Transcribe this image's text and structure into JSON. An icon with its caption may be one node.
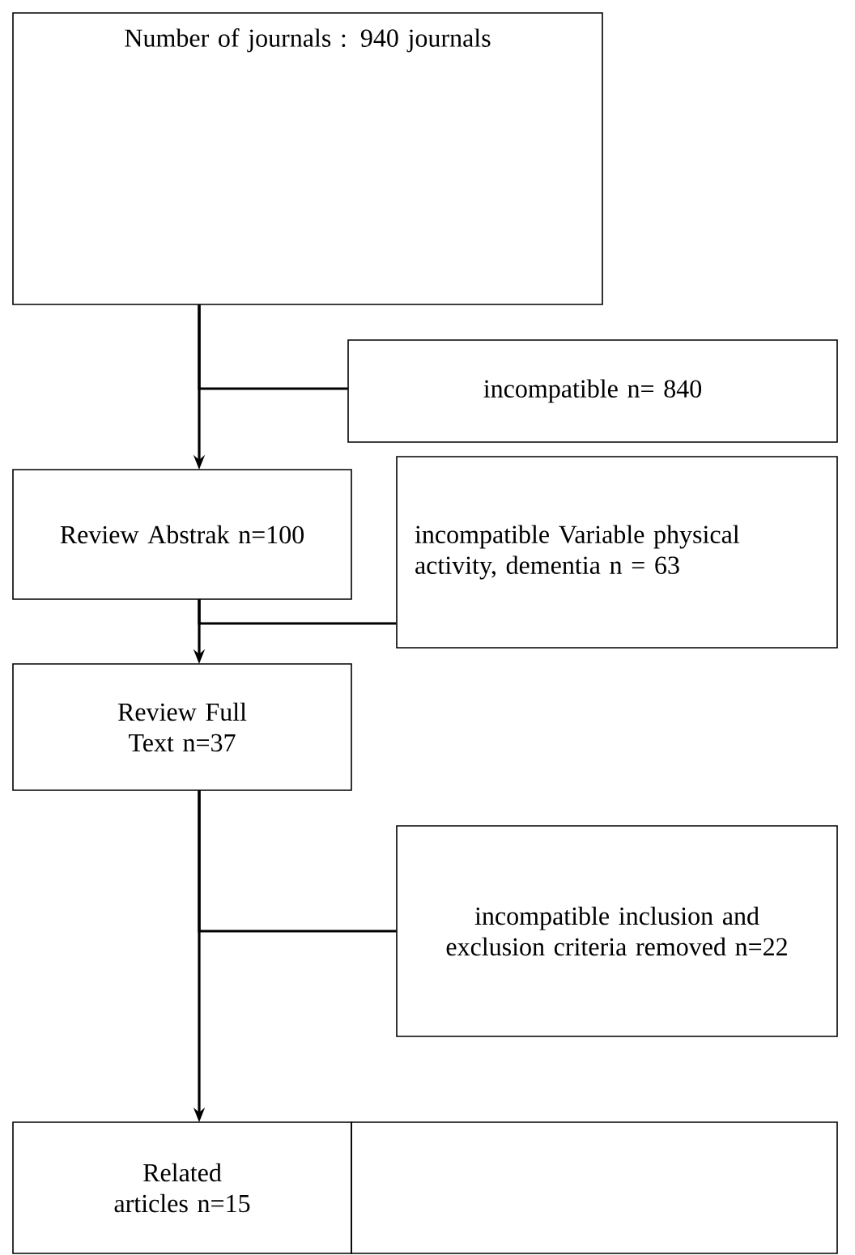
{
  "diagram": {
    "nodes": [
      {
        "text": [
          "Number of journals : 940 journals"
        ]
      },
      {
        "text": [
          "incompatible  n= 840"
        ]
      },
      {
        "text": [
          "Review Abstrak n=100"
        ]
      },
      {
        "text": [
          "incompatible Variable physical activity, dementia n = 63"
        ]
      },
      {
        "text": [
          "Review Full Text n=37"
        ]
      },
      {
        "text": [
          "incompatible inclusion and exclusion criteria removed n=22"
        ]
      },
      {
        "text": [
          "Related articles n=15"
        ]
      },
      {
        "text": [],
        "shape": "box"
      }
    ],
    "edges": [
      {
        "from": 0,
        "to": 2,
        "arrow": "to"
      },
      {
        "from": 0,
        "to": 1,
        "arrow": "none"
      },
      {
        "from": 2,
        "to": 4,
        "arrow": "to"
      },
      {
        "from": 2,
        "to": 3,
        "arrow": "none"
      },
      {
        "from": 4,
        "to": 6,
        "arrow": "to"
      },
      {
        "from": 4,
        "to": 5,
        "arrow": "none"
      }
    ]
  }
}
